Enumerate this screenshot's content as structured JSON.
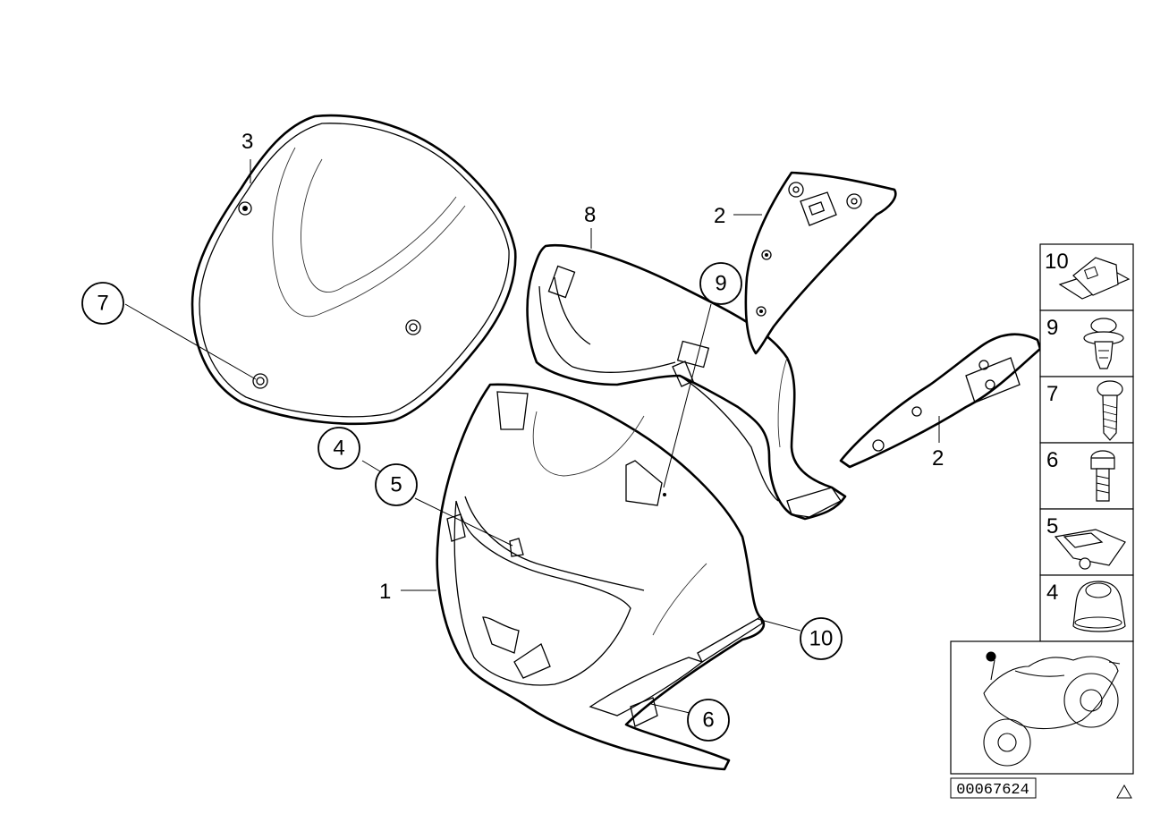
{
  "diagram": {
    "callouts": {
      "c7": "7",
      "c4": "4",
      "c5": "5",
      "c9": "9",
      "c10": "10",
      "c6": "6"
    },
    "labels": {
      "l3": "3",
      "l8": "8",
      "l2a": "2",
      "l2b": "2",
      "l1": "1"
    },
    "legend": {
      "k10": "10",
      "k9": "9",
      "k7": "7",
      "k6": "6",
      "k5": "5",
      "k4": "4"
    },
    "doc_number": "00067624"
  }
}
